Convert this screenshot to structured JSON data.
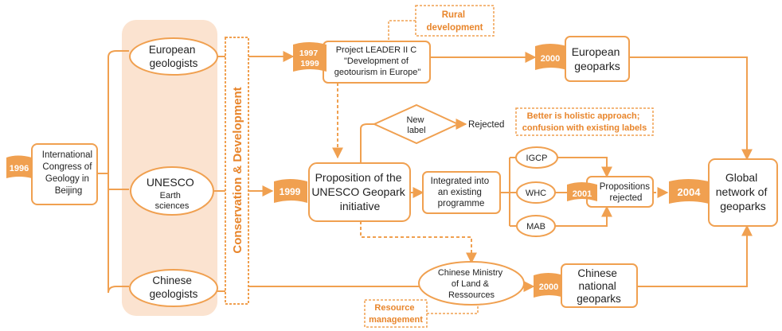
{
  "colors": {
    "orange": "#f0a050",
    "dark_orange": "#e8852b",
    "band": "#fbe3d0",
    "text": "#222222"
  },
  "start": {
    "year": "1996",
    "lines": [
      "International",
      "Congress of",
      "Geology in",
      "Beijing"
    ]
  },
  "actors": {
    "european": [
      "European",
      "geologists"
    ],
    "unesco": [
      "UNESCO",
      "Earth",
      "sciences"
    ],
    "chinese": [
      "Chinese",
      "geologists"
    ]
  },
  "band_label": "Conservation & Development",
  "leader": {
    "years": [
      "1997",
      "1999"
    ],
    "lines": [
      "Project LEADER II C",
      "\"Development of",
      "geotourism in Europe\""
    ]
  },
  "rural_note": [
    "Rural",
    "development"
  ],
  "european_geoparks": {
    "year": "2000",
    "lines": [
      "European",
      "geoparks"
    ]
  },
  "new_label": {
    "lines": [
      "New",
      "label"
    ],
    "rejected": "Rejected"
  },
  "holistic_note": [
    "Better is holistic approach;",
    "confusion with existing labels"
  ],
  "proposition": {
    "year": "1999",
    "lines": [
      "Proposition of the",
      "UNESCO Geopark",
      "initiative"
    ]
  },
  "integrated": [
    "Integrated into",
    "an existing",
    "programme"
  ],
  "programmes": [
    "IGCP",
    "WHC",
    "MAB"
  ],
  "rejected_box": {
    "year": "2001",
    "lines": [
      "Propositions",
      "rejected"
    ]
  },
  "global": {
    "year": "2004",
    "lines": [
      "Global",
      "network of",
      "geoparks"
    ]
  },
  "ministry": [
    "Chinese Ministry",
    "of Land &",
    "Ressources"
  ],
  "resource_note": [
    "Resource",
    "management"
  ],
  "chinese_geoparks": {
    "year": "2000",
    "lines": [
      "Chinese",
      "national",
      "geoparks"
    ]
  }
}
